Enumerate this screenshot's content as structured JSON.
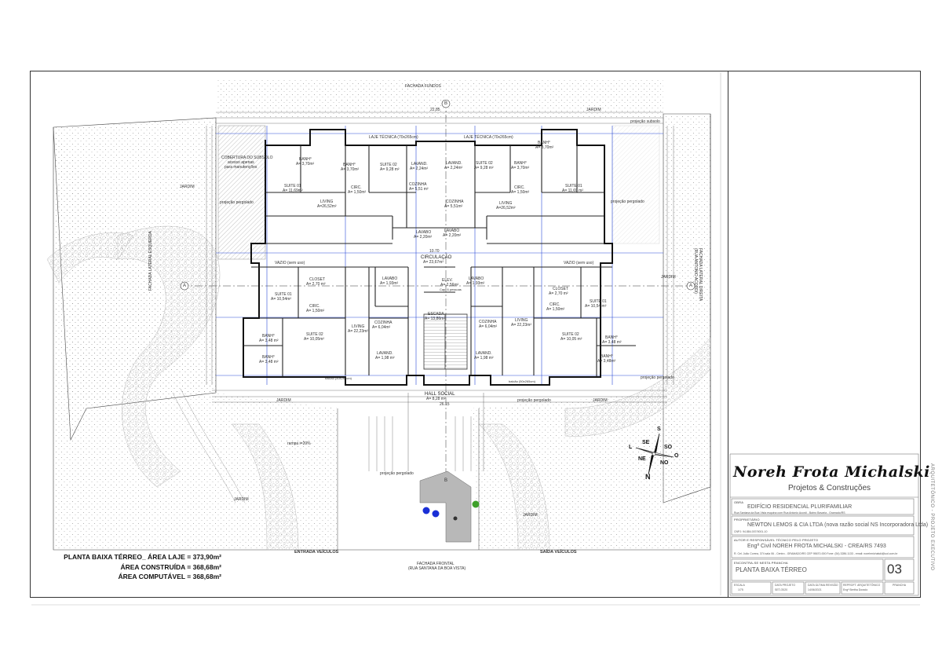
{
  "drawing": {
    "top_labels": {
      "facade_back": "FACHADA FUNDOS",
      "grid_top": "B",
      "jardim_top": "JARDIM",
      "projecao_subsolo": "projeção subsolo",
      "laje_tecnica_left": "LAJE TÉCNICA (70x265cm)",
      "laje_tecnica_right": "LAJE TÉCNICA (70x265cm)",
      "cobertura": "COBERTURA DO SUBSOLO",
      "cobertura_sub1": "acesso apenas",
      "cobertura_sub2": "para manutenções",
      "projecao_pergolado_r": "projeção pergolado",
      "projecao_pergolado_l": "projeção pergolado",
      "top_total": "22.85"
    },
    "side_labels": {
      "left_facade": "FACHADA LATERAL ESQUERDA",
      "right_facade": "FACHADA LATERAL DIREITA",
      "right_facade_sub": "(RUA ANTONIO ACORDI)",
      "grid_a_left": "A",
      "grid_a_right": "A",
      "jardim_left": "JARDIM",
      "jardim_right": "JARDIM",
      "jardim_bottom_left": "JARDIM",
      "jardim_bottom_right": "JARDIM",
      "jardim_front_left": "JARDIM",
      "jardim_front_right": "JARDIM"
    },
    "rooms_upper": {
      "banh_l1": "BANH°",
      "banh_l1_area": "A= 3,70m²",
      "banh_l2": "BANH°",
      "banh_l2_area": "A= 3,70m²",
      "suite02_l": "SUITE 02",
      "suite02_l_area": "A= 9,28 m²",
      "lavand_l": "LAVAND.",
      "lavand_l_area": "A= 2,24m²",
      "lavand_r": "LAVAND.",
      "lavand_r_area": "A= 2,24m²",
      "suite02_r": "SUITE 02",
      "suite02_r_area": "A= 9,28 m²",
      "banh_r1": "BANH°",
      "banh_r1_area": "A= 3,70m²",
      "banh_r2": "BANH°",
      "banh_r2_area": "A= 3,70m²",
      "suite01_l": "SUITE 01",
      "suite01_l_area": "A= 11,69m²",
      "circ_l": "CIRC.",
      "circ_l_area": "A= 1,50m²",
      "cozinha_l": "COZINHA",
      "cozinha_l_area": "A= 5,51 m²",
      "cozinha_r": "COZINHA",
      "cozinha_r_area": "A= 5,51m²",
      "circ_r": "CIRC.",
      "circ_r_area": "A= 1,50m²",
      "suite01_r": "SUITE 01",
      "suite01_r_area": "A= 11,69 m²",
      "living_l": "LIVING",
      "living_l_area": "A=26,52m²",
      "living_r": "LIVING",
      "living_r_area": "A=26,52m²",
      "lavabo_l": "LAVABO",
      "lavabo_l_area": "A= 2,20m²",
      "lavabo_r": "LAVABO",
      "lavabo_r_area": "A= 2,20m²"
    },
    "rooms_center": {
      "circulacao": "CIRCULAÇÃO",
      "circulacao_area": "A= 23,67m²",
      "vazio_l": "VAZIO (sem uso)",
      "vazio_r": "VAZIO (sem uso)",
      "total_mid": "10.70",
      "elev": "ELEV.",
      "elev_area": "A= 2,56m²",
      "elev_sub": "Cap. 6 pessoas",
      "escada": "ESCADA",
      "escada_area": "A= 13,86m²",
      "hall": "HALL SOCIAL",
      "hall_area": "A= 8,28 m²",
      "bottom_total": "26.15"
    },
    "rooms_lower": {
      "closet_l": "CLOSET",
      "closet_l_area": "A= 2,70 m²",
      "lavabo_ll": "LAVABO",
      "lavabo_ll_area": "A= 1,93m²",
      "lavabo_lr": "LAVABO",
      "lavabo_lr_area": "A= 1,93m²",
      "closet_r": "CLOSET",
      "closet_r_area": "A= 2,70 m²",
      "suite01_l": "SUITE 01",
      "suite01_l_area": "A= 10,54m²",
      "circ_l": "CIRC.",
      "circ_l_area": "A= 1,50m²",
      "circ_r": "CIRC.",
      "circ_r_area": "A= 1,50m²",
      "suite01_r": "SUITE 01",
      "suite01_r_area": "A= 10,54 m²",
      "living_l": "LIVING",
      "living_l_area": "A= 22,23m²",
      "cozinha_l": "COZINHA",
      "cozinha_l_area": "A= 6,04m²",
      "cozinha_r": "COZINHA",
      "cozinha_r_area": "A= 6,04m²",
      "living_r": "LIVING",
      "living_r_area": "A= 22,23m²",
      "banh_l1": "BANH°",
      "banh_l1_area": "A= 3,48 m²",
      "suite02_l": "SUITE 02",
      "suite02_l_area": "A= 10,05m²",
      "suite02_r": "SUITE 02",
      "suite02_r_area": "A= 10,05 m²",
      "banh_r1": "BANH°",
      "banh_r1_area": "A= 3,48 m²",
      "banh_l2": "BANH°",
      "banh_l2_area": "A= 3,48 m²",
      "lavand_l": "LAVAND.",
      "lavand_l_area": "A= 1,98 m²",
      "lavand_r": "LAVAND.",
      "lavand_r_area": "A= 1,98 m²",
      "banh_r2": "BANH°",
      "banh_r2_area": "A= 3,48m²",
      "balcao_l": "balcão (50x265cm)",
      "balcao_r": "balcão (50x265cm)"
    },
    "front": {
      "rampa": "rampa i=20%",
      "projecao_pergolado_l": "projeção pergolado",
      "projecao_pergolado_r": "projeção pergolado",
      "projecao_pergolado_c": "projeção pergolado",
      "entrada": "ENTRADA VEÍCULOS",
      "saida": "SAÍDA VEÍCULOS",
      "fachada_frontal": "FACHADA FRONTAL",
      "fachada_frontal_sub": "(RUA SANTANA DA BOA VISTA)",
      "grid_bottom": "B"
    },
    "areas": {
      "line1": "PLANTA BAIXA TÉRREO_ ÁREA LAJE = 373,90m²",
      "line2": "ÁREA CONSTRUÍDA = 368,68m²",
      "line3": "ÁREA COMPUTÁVEL = 368,68m²"
    },
    "compass": {
      "s": "S",
      "se": "SE",
      "so": "SO",
      "l": "L",
      "ne": "NE",
      "no": "NO",
      "o": "O",
      "n": "N"
    },
    "markers": {
      "blue": "#1a2fd6",
      "green": "#3ea02a",
      "grey": "#b8b8b8"
    }
  },
  "title_block": {
    "firm_name": "Noreh Frota Michalski",
    "firm_sub": "Projetos & Construções",
    "obra_caption": "OBRA",
    "obra_value": "EDIFÍCIO RESIDENCIAL PLURIFAMILIAR",
    "obra_address": "Rua Santana da Boa Vista esquina com Rua Antonio Acordi - Bairro Bavaria - Gramado/RS",
    "owner_caption": "PROPRIETÁRIO",
    "owner_value": "NEWTON LEMOS & CIA LTDA (nova razão social NS Incorporadora Ltda)",
    "owner_cnpj": "CNPJ: 94.884.007/0001-10",
    "author_caption": "AUTOR E RESPONSÁVEL TÉCNICO PELO PROJETO",
    "author_value": "Engª Civil NOREH FROTA MICHALSKI - CREA/RS 7493",
    "author_address": "R. Cel. João Correa, 374 sala 06 - Centro - GRAMADO/RS CEP 95670-000 Fone: (54) 3286.1133 - email: norehmichalski@uol.com.br",
    "content_caption": "ENCONTRA-SE NESTA PRANCHA",
    "content_value": "PLANTA BAIXA TÉRREO",
    "sheet_number": "03",
    "sheet_caption": "PRANCHA",
    "scale_caption": "ESCALA",
    "scale_value": "1/75",
    "date_caption": "DATA PROJETO",
    "date_value": "SET./2020",
    "rev_caption": "DATA ÚLTIMA REVISÃO",
    "rev_value": "14/06/2021",
    "arch_caption": "REPROFT. ARQUITETÔNICO",
    "arch_value": "Engª Bertha Dorado",
    "side_vertical": "ARQUITETÔNICO - PROJETO EXECUTIVO"
  }
}
